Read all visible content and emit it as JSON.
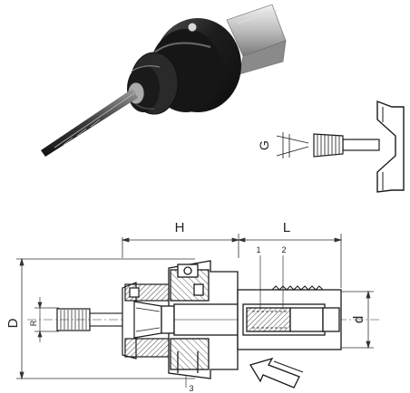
{
  "labels": {
    "H": "H",
    "L": "L",
    "D": "D",
    "R": "R",
    "d": "d",
    "G": "G",
    "callout_1": "1",
    "callout_2": "2",
    "callout_3": "3"
  },
  "colors": {
    "line": "#1a1a1a",
    "body_dark": "#1f1f1f",
    "steel": "#c9c9c9",
    "hatch": "#555555",
    "dim_line": "#333333"
  }
}
